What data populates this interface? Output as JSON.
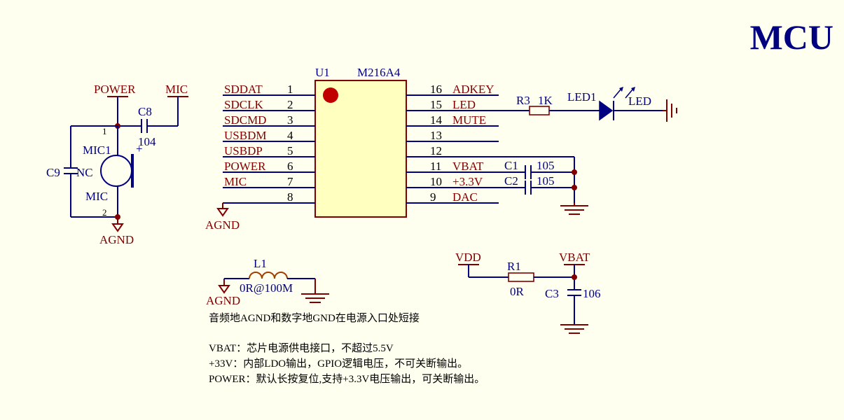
{
  "title": "MCU",
  "chip": {
    "ref": "U1",
    "part": "M216A4",
    "left_pins": [
      {
        "num": "1",
        "net": "SDDAT"
      },
      {
        "num": "2",
        "net": "SDCLK"
      },
      {
        "num": "3",
        "net": "SDCMD"
      },
      {
        "num": "4",
        "net": "USBDM"
      },
      {
        "num": "5",
        "net": "USBDP"
      },
      {
        "num": "6",
        "net": "POWER"
      },
      {
        "num": "7",
        "net": "MIC"
      },
      {
        "num": "8",
        "net": ""
      }
    ],
    "right_pins": [
      {
        "num": "16",
        "net": "ADKEY"
      },
      {
        "num": "15",
        "net": "LED"
      },
      {
        "num": "14",
        "net": "MUTE"
      },
      {
        "num": "13",
        "net": ""
      },
      {
        "num": "12",
        "net": ""
      },
      {
        "num": "11",
        "net": "VBAT"
      },
      {
        "num": "10",
        "net": "+3.3V"
      },
      {
        "num": "9",
        "net": "DAC"
      }
    ]
  },
  "ports": {
    "power": "POWER",
    "mic": "MIC",
    "agnd": "AGND",
    "vdd": "VDD",
    "vbat": "VBAT",
    "led": "LED"
  },
  "components": {
    "c8": {
      "ref": "C8",
      "value": "104"
    },
    "c9": {
      "ref": "C9",
      "value": "NC"
    },
    "mic1": {
      "ref": "MIC1",
      "value": "MIC",
      "pin1": "1",
      "pin2": "2",
      "polarity": "+"
    },
    "r3": {
      "ref": "R3",
      "value": "1K"
    },
    "led1": {
      "ref": "LED1"
    },
    "c1": {
      "ref": "C1",
      "value": "105"
    },
    "c2": {
      "ref": "C2",
      "value": "105"
    },
    "l1": {
      "ref": "L1",
      "value": "0R@100M"
    },
    "r1": {
      "ref": "R1",
      "value": "0R"
    },
    "c3": {
      "ref": "C3",
      "value": "106"
    }
  },
  "notes": {
    "agnd_note": "音频地AGND和数字地GND在电源入口处短接",
    "vbat_note": "VBAT：芯片电源供电接口，不超过5.5V",
    "v33_note": "+33V：内部LDO输出，GPIO逻辑电压，不可关断输出。",
    "power_note": "POWER：默认长按复位,支持+3.3V电压输出，可关断输出。"
  },
  "colors": {
    "background": "#FFFFF0",
    "wire": "#000080",
    "port": "#800000",
    "chip_fill": "#FFFFC0",
    "pin1_marker": "#C00000"
  }
}
